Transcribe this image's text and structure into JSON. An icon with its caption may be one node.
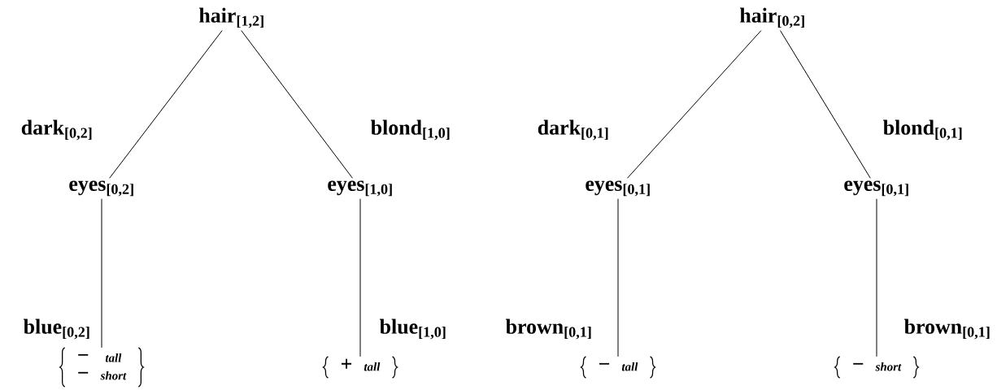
{
  "diagram": {
    "nodes": [
      {
        "text": [
          "hair$_{[1,2]}$"
        ]
      },
      {
        "text": [
          "eyes$_{[0,2]}$"
        ]
      },
      {
        "text": [
          "eyes$_{[1,0]}$"
        ]
      },
      {
        "text": [
          "−",
          "tall",
          "−",
          "short"
        ]
      },
      {
        "text": [
          "+",
          "tall"
        ]
      },
      {
        "text": [
          "hair$_{[0,2]}$"
        ]
      },
      {
        "text": [
          "eyes$_{[0,1]}$"
        ]
      },
      {
        "text": [
          "eyes$_{[0,1]}$"
        ]
      },
      {
        "text": [
          "−",
          "tall"
        ]
      },
      {
        "text": [
          "−",
          "short"
        ]
      }
    ],
    "edges": [
      {
        "from": 0,
        "to": 1,
        "arrow": "none",
        "label": "dark$_{[0,2]}$"
      },
      {
        "from": 0,
        "to": 2,
        "arrow": "none",
        "label": "blond$_{[1,0]}$"
      },
      {
        "from": 1,
        "to": 3,
        "arrow": "none",
        "label": "blue$_{[0,2]}$"
      },
      {
        "from": 2,
        "to": 4,
        "arrow": "none",
        "label": "blue$_{[1,0]}$"
      },
      {
        "from": 5,
        "to": 6,
        "arrow": "none",
        "label": "dark$_{[0,1]}$"
      },
      {
        "from": 5,
        "to": 7,
        "arrow": "none",
        "label": "blond$_{[0,1]}$"
      },
      {
        "from": 6,
        "to": 8,
        "arrow": "none",
        "label": "brown$_{[0,1]}$"
      },
      {
        "from": 7,
        "to": 9,
        "arrow": "none",
        "label": "brown$_{[0,1]}$"
      }
    ]
  }
}
